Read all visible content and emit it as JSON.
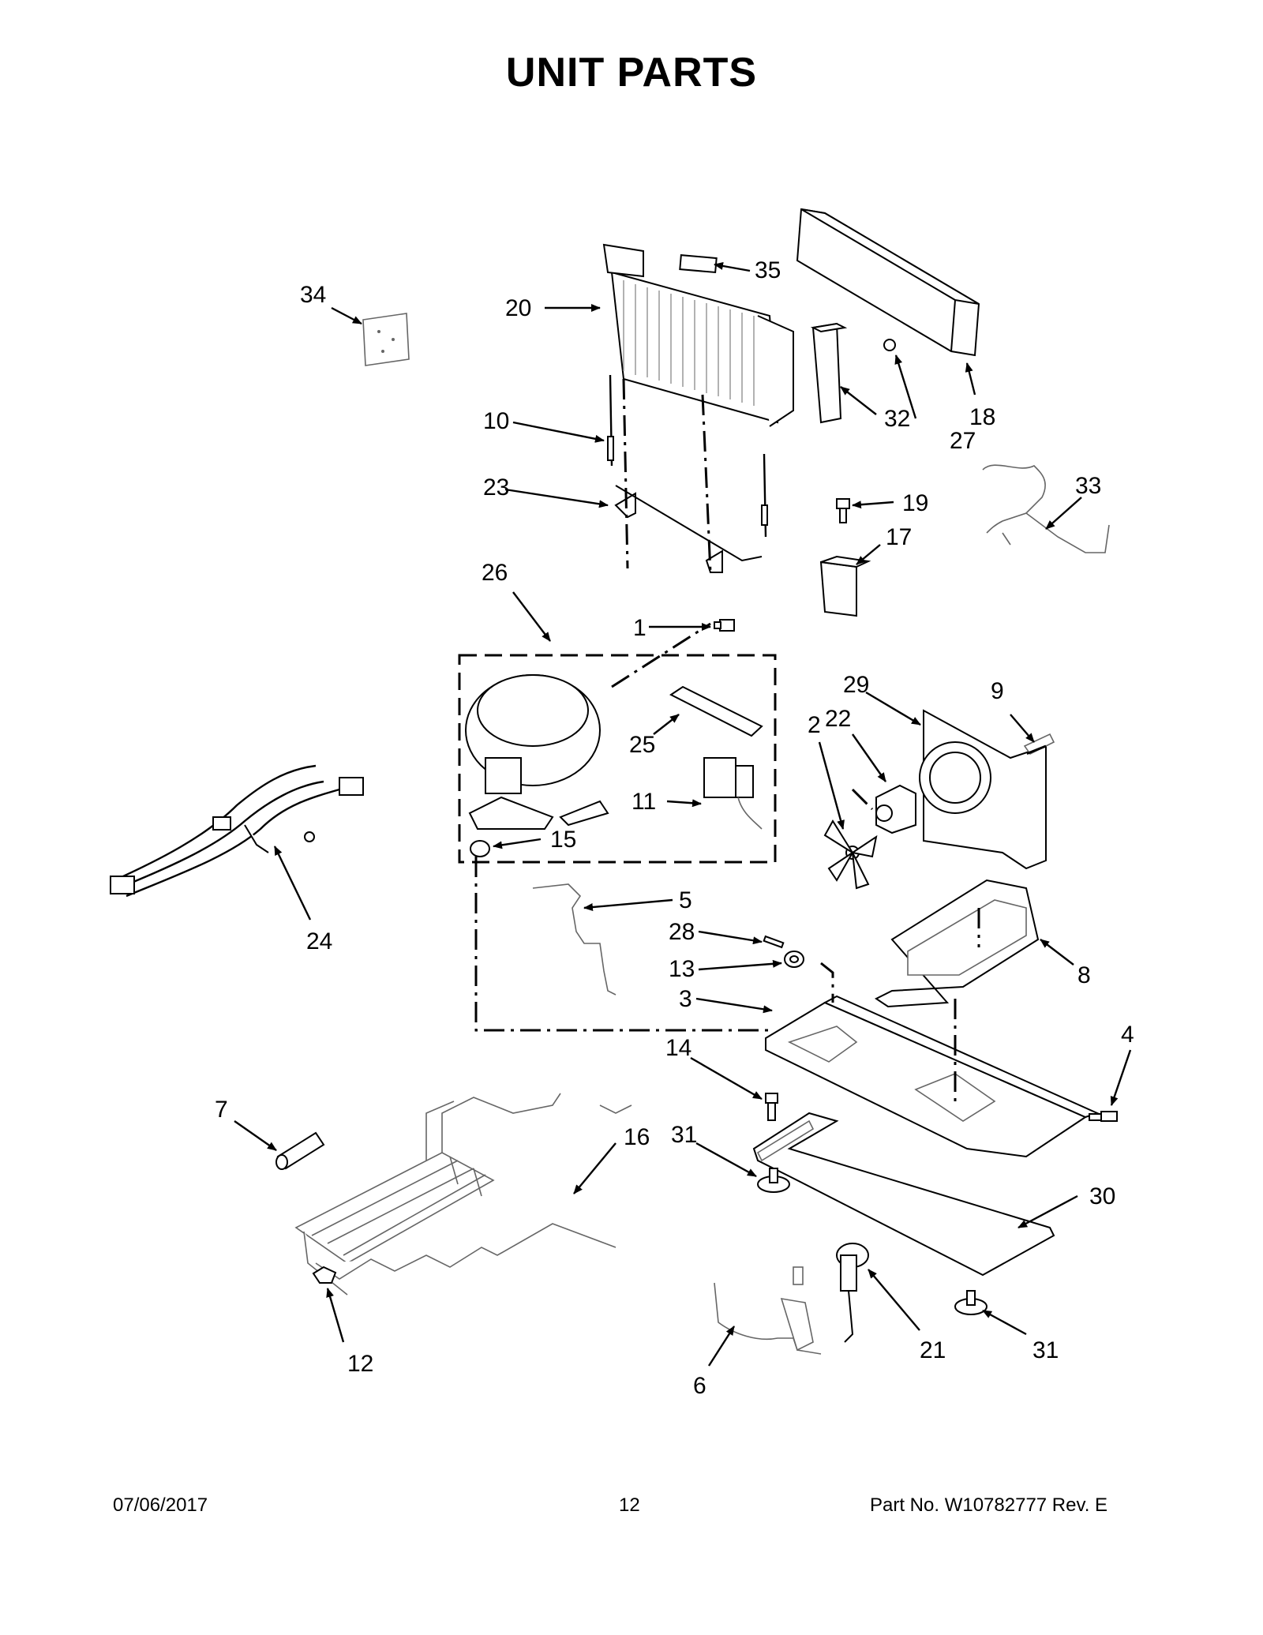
{
  "title": "UNIT  PARTS",
  "callouts": [
    "1",
    "2",
    "3",
    "4",
    "5",
    "6",
    "7",
    "8",
    "9",
    "10",
    "11",
    "12",
    "13",
    "14",
    "15",
    "16",
    "17",
    "18",
    "19",
    "20",
    "21",
    "22",
    "23",
    "24",
    "25",
    "26",
    "27",
    "28",
    "29",
    "30",
    "31",
    "31",
    "32",
    "33",
    "34",
    "35"
  ],
  "footer": {
    "date": "07/06/2017",
    "page": "12",
    "part_no": "Part No.  W10782777  Rev.  E"
  }
}
